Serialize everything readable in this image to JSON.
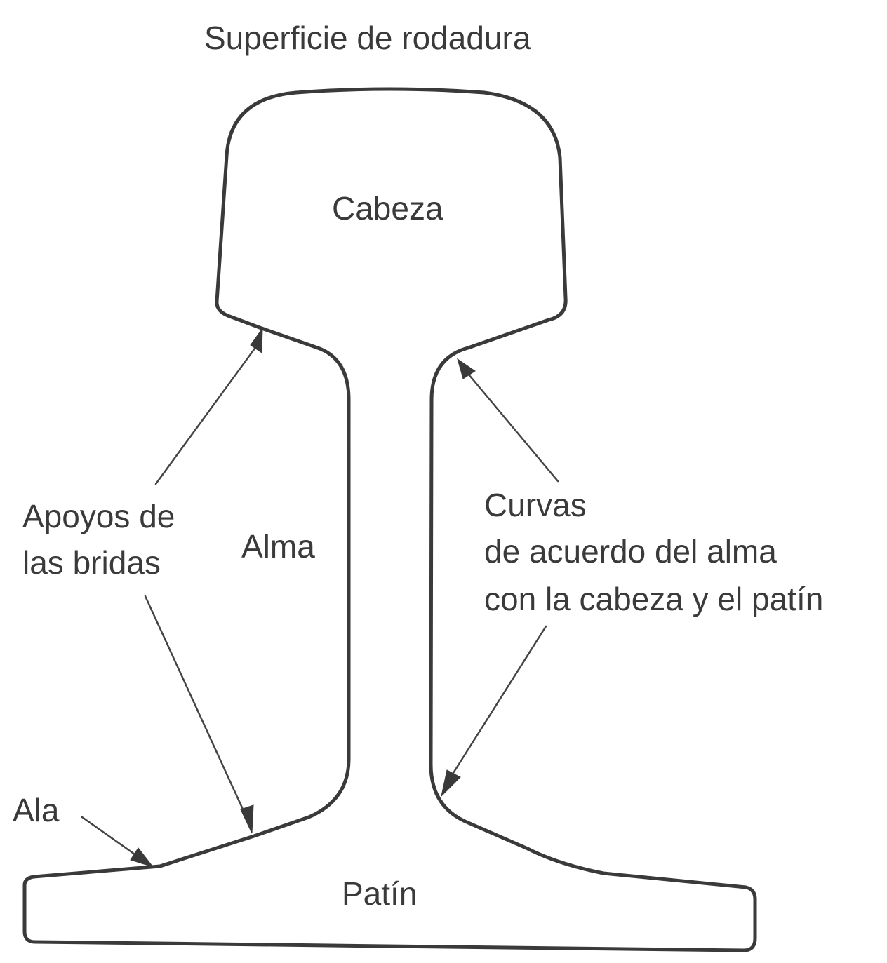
{
  "labels": {
    "rolling_surface": "Superficie de rodadura",
    "head": "Cabeza",
    "web": "Alma",
    "foot": "Patín",
    "flange_supports_line1": "Apoyos de",
    "flange_supports_line2": "las bridas",
    "fillets_line1": "Curvas",
    "fillets_line2": "de acuerdo del alma",
    "fillets_line3": "con la cabeza y el patín",
    "flange": "Ala"
  },
  "colors": {
    "ink": "#3a3a3a",
    "background": "#ffffff"
  }
}
